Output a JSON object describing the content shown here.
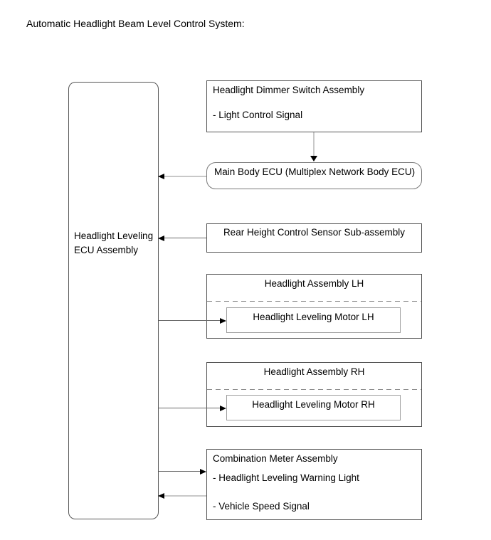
{
  "title": "Automatic Headlight Beam Level Control System:",
  "diagram": {
    "leveling_ecu": {
      "label_line1": "Headlight Leveling",
      "label_line2": "ECU Assembly"
    },
    "dimmer_switch": {
      "title": "Headlight Dimmer Switch Assembly",
      "signal": "- Light Control Signal"
    },
    "main_body_ecu": {
      "label": "Main Body ECU (Multiplex Network Body ECU)"
    },
    "rear_height_sensor": {
      "label": "Rear Height Control Sensor Sub-assembly"
    },
    "headlight_lh": {
      "title": "Headlight Assembly LH",
      "motor": "Headlight Leveling Motor LH"
    },
    "headlight_rh": {
      "title": "Headlight Assembly RH",
      "motor": "Headlight Leveling Motor RH"
    },
    "combination_meter": {
      "title": "Combination Meter Assembly",
      "signal1": "- Headlight Leveling Warning Light",
      "signal2": "- Vehicle Speed Signal"
    }
  },
  "colors": {
    "line_light": "#c8c8c8",
    "line_dark": "#696969",
    "border_outer": "#555555",
    "border_round": "#7a7a7a",
    "border_inner": "#9e9e9e",
    "border_dashed": "#8a8a8a",
    "arrowhead": "#000000",
    "text": "#000000",
    "background": "#ffffff"
  }
}
